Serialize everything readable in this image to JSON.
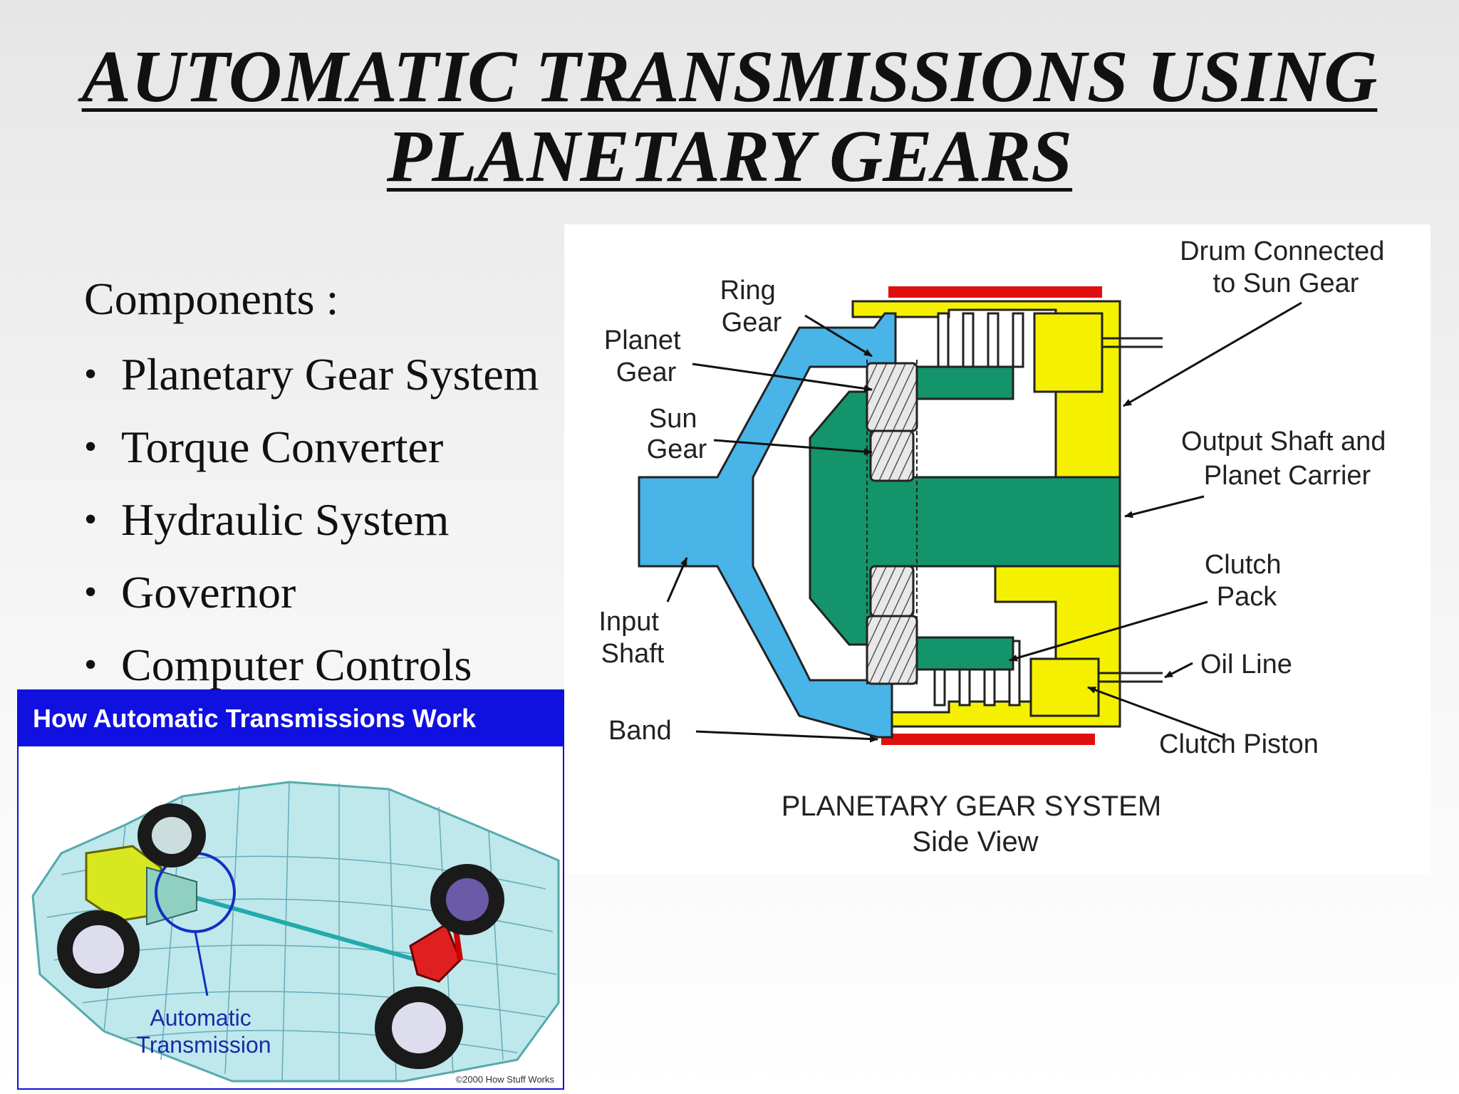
{
  "title": {
    "line1": "AUTOMATIC TRANSMISSIONS USING",
    "line2": "PLANETARY GEARS"
  },
  "components": {
    "heading": "Components :",
    "items": [
      "Planetary Gear System",
      "Torque Converter",
      "Hydraulic System",
      "Governor",
      "Computer Controls"
    ]
  },
  "diagram": {
    "labels": {
      "ring_gear": [
        "Ring",
        "Gear"
      ],
      "planet_gear": [
        "Planet",
        "Gear"
      ],
      "sun_gear": [
        "Sun",
        "Gear"
      ],
      "input_shaft": [
        "Input",
        "Shaft"
      ],
      "band": "Band",
      "drum": [
        "Drum Connected",
        "to Sun Gear"
      ],
      "output_shaft": [
        "Output Shaft and",
        "Planet Carrier"
      ],
      "clutch_pack": [
        "Clutch",
        "Pack"
      ],
      "oil_line": "Oil Line",
      "clutch_piston": "Clutch Piston"
    },
    "caption": [
      "PLANETARY GEAR SYSTEM",
      "Side View"
    ],
    "colors": {
      "ring_input": "#48b4e8",
      "carrier": "#14946a",
      "drum": "#f5f000",
      "band": "#e01010"
    }
  },
  "how_it_works": {
    "header": "How Automatic Transmissions Work",
    "label": [
      "Automatic",
      "Transmission"
    ],
    "copyright": "©2000 How Stuff Works",
    "colors": {
      "header": "#1010e0",
      "body": "#bfe8ec",
      "transmission": "#d8e820",
      "differential": "#e02020"
    }
  }
}
